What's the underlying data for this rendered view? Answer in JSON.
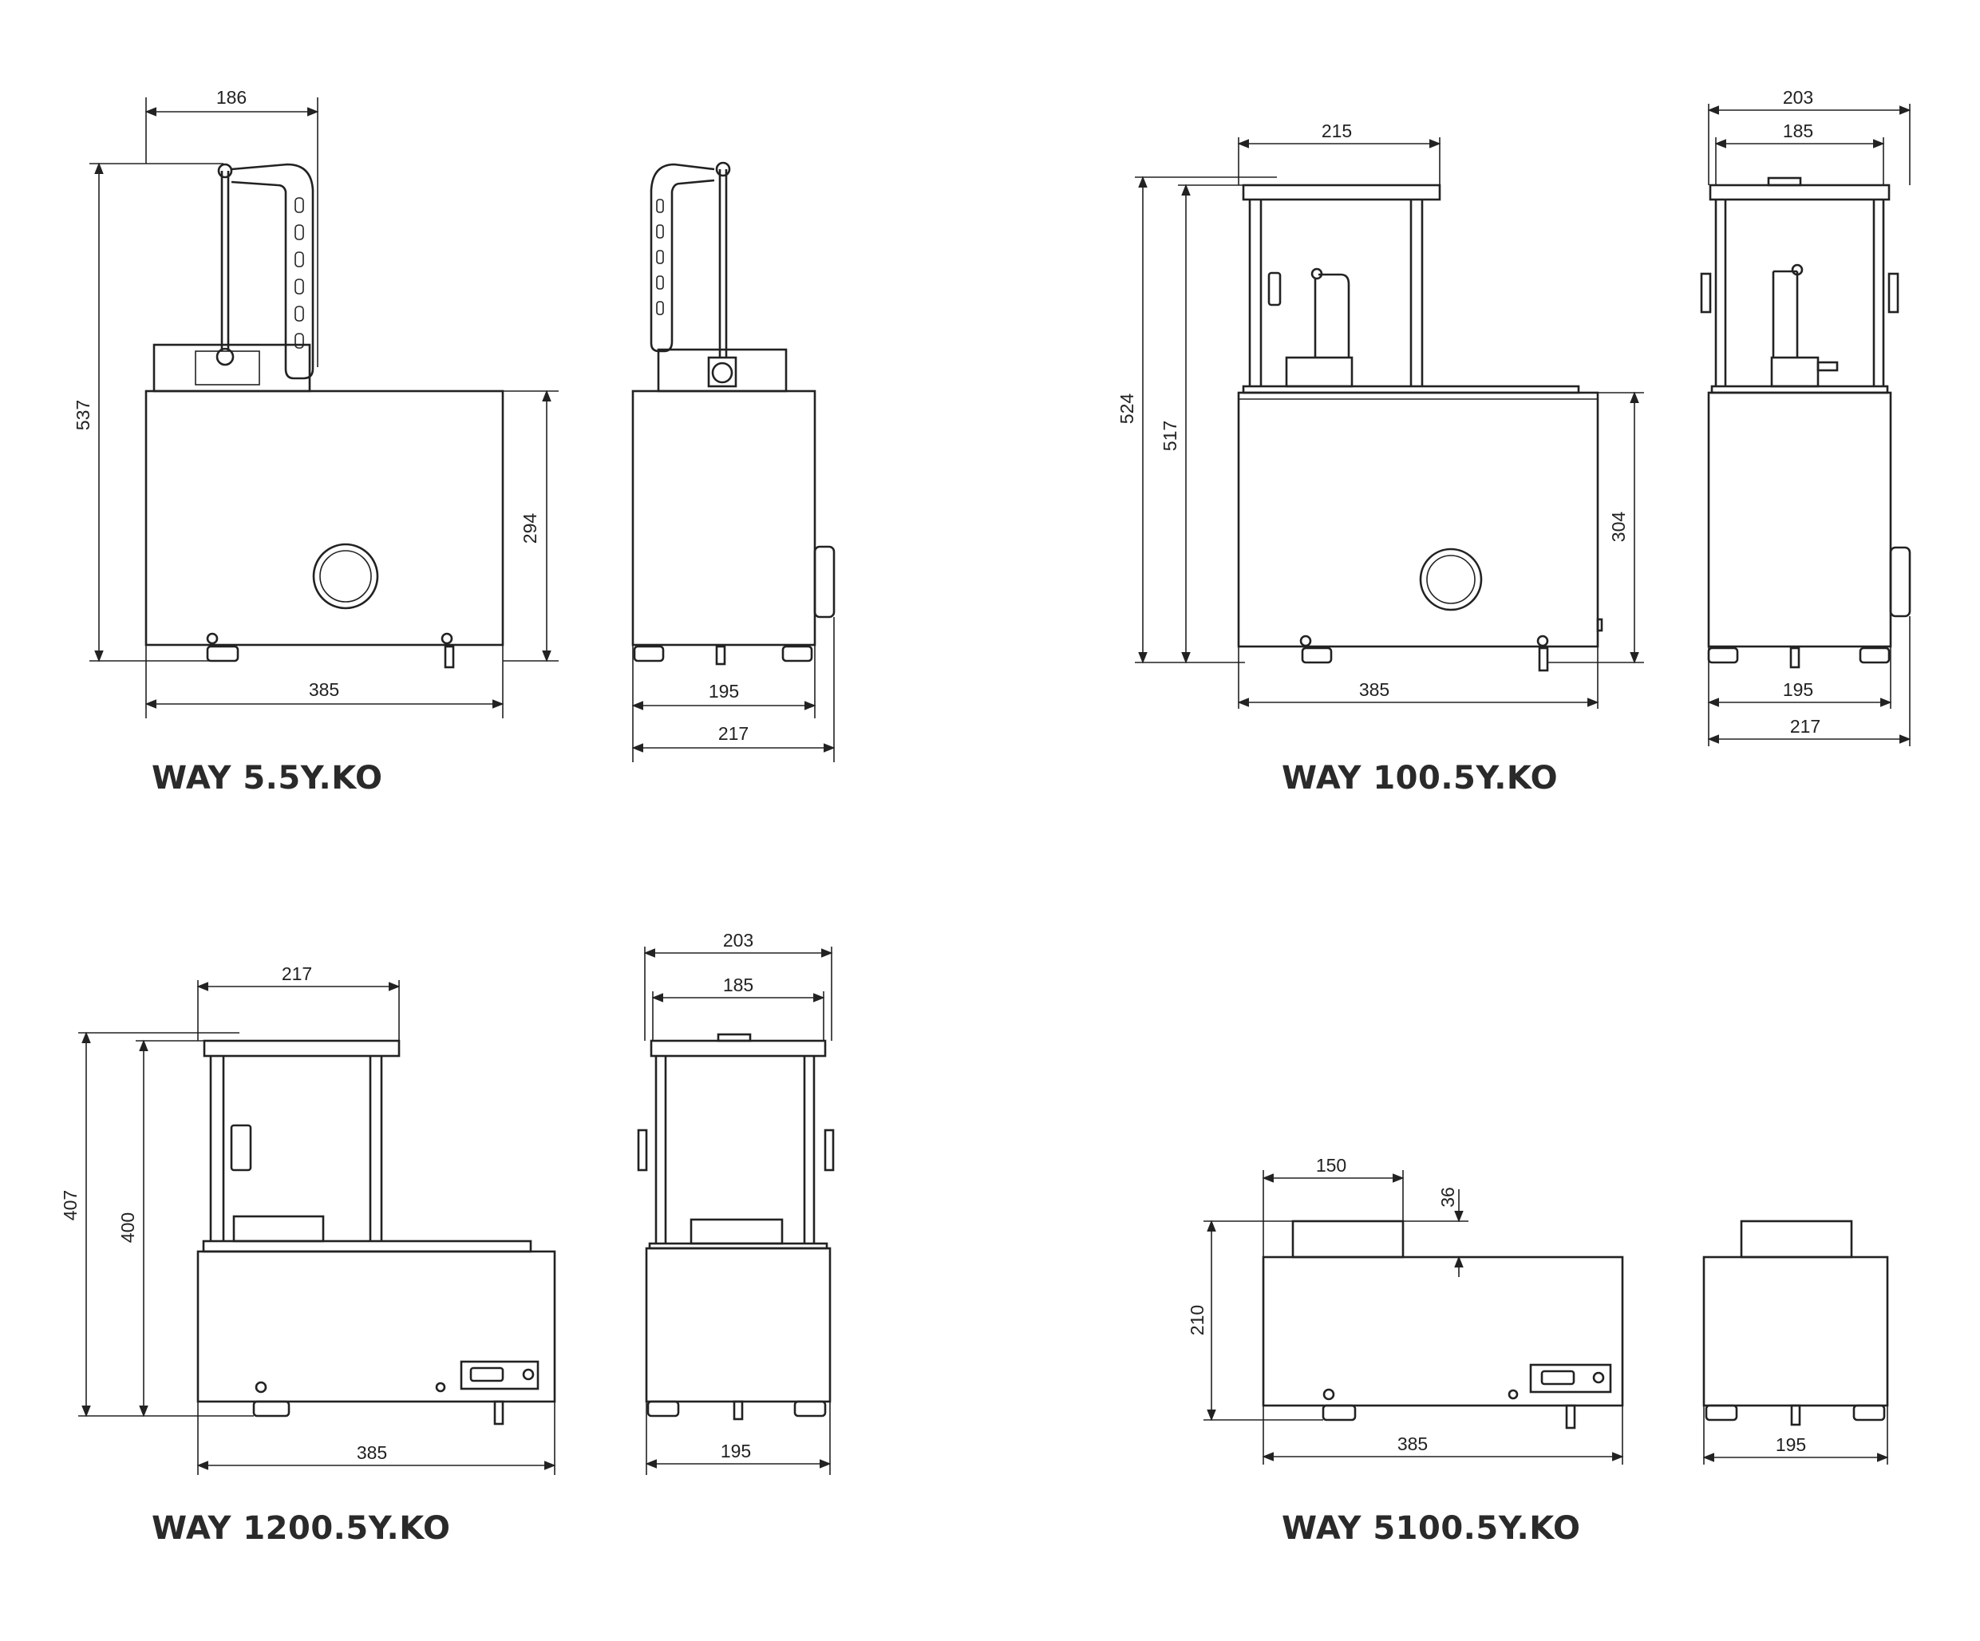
{
  "models": {
    "m1": "WAY 5.5Y.KO",
    "m2": "WAY 100.5Y.KO",
    "m3": "WAY 1200.5Y.KO",
    "m4": "WAY 5100.5Y.KO"
  },
  "dims": {
    "m1_front_width": "385",
    "m1_top_width": "186",
    "m1_total_height": "537",
    "m1_body_height": "294",
    "m1_side_width_a": "195",
    "m1_side_width_b": "217",
    "m2_front_width": "385",
    "m2_top_width": "215",
    "m2_height_a": "524",
    "m2_height_b": "517",
    "m2_body_height": "304",
    "m2_side_top_a": "203",
    "m2_side_top_b": "185",
    "m2_side_width_a": "195",
    "m2_side_width_b": "217",
    "m3_front_width": "385",
    "m3_top_width": "217",
    "m3_height_a": "407",
    "m3_height_b": "400",
    "m3_side_top_a": "203",
    "m3_side_top_b": "185",
    "m3_side_width": "195",
    "m4_front_width": "385",
    "m4_pan_width": "150",
    "m4_pan_height": "36",
    "m4_height": "210",
    "m4_side_width": "195"
  }
}
